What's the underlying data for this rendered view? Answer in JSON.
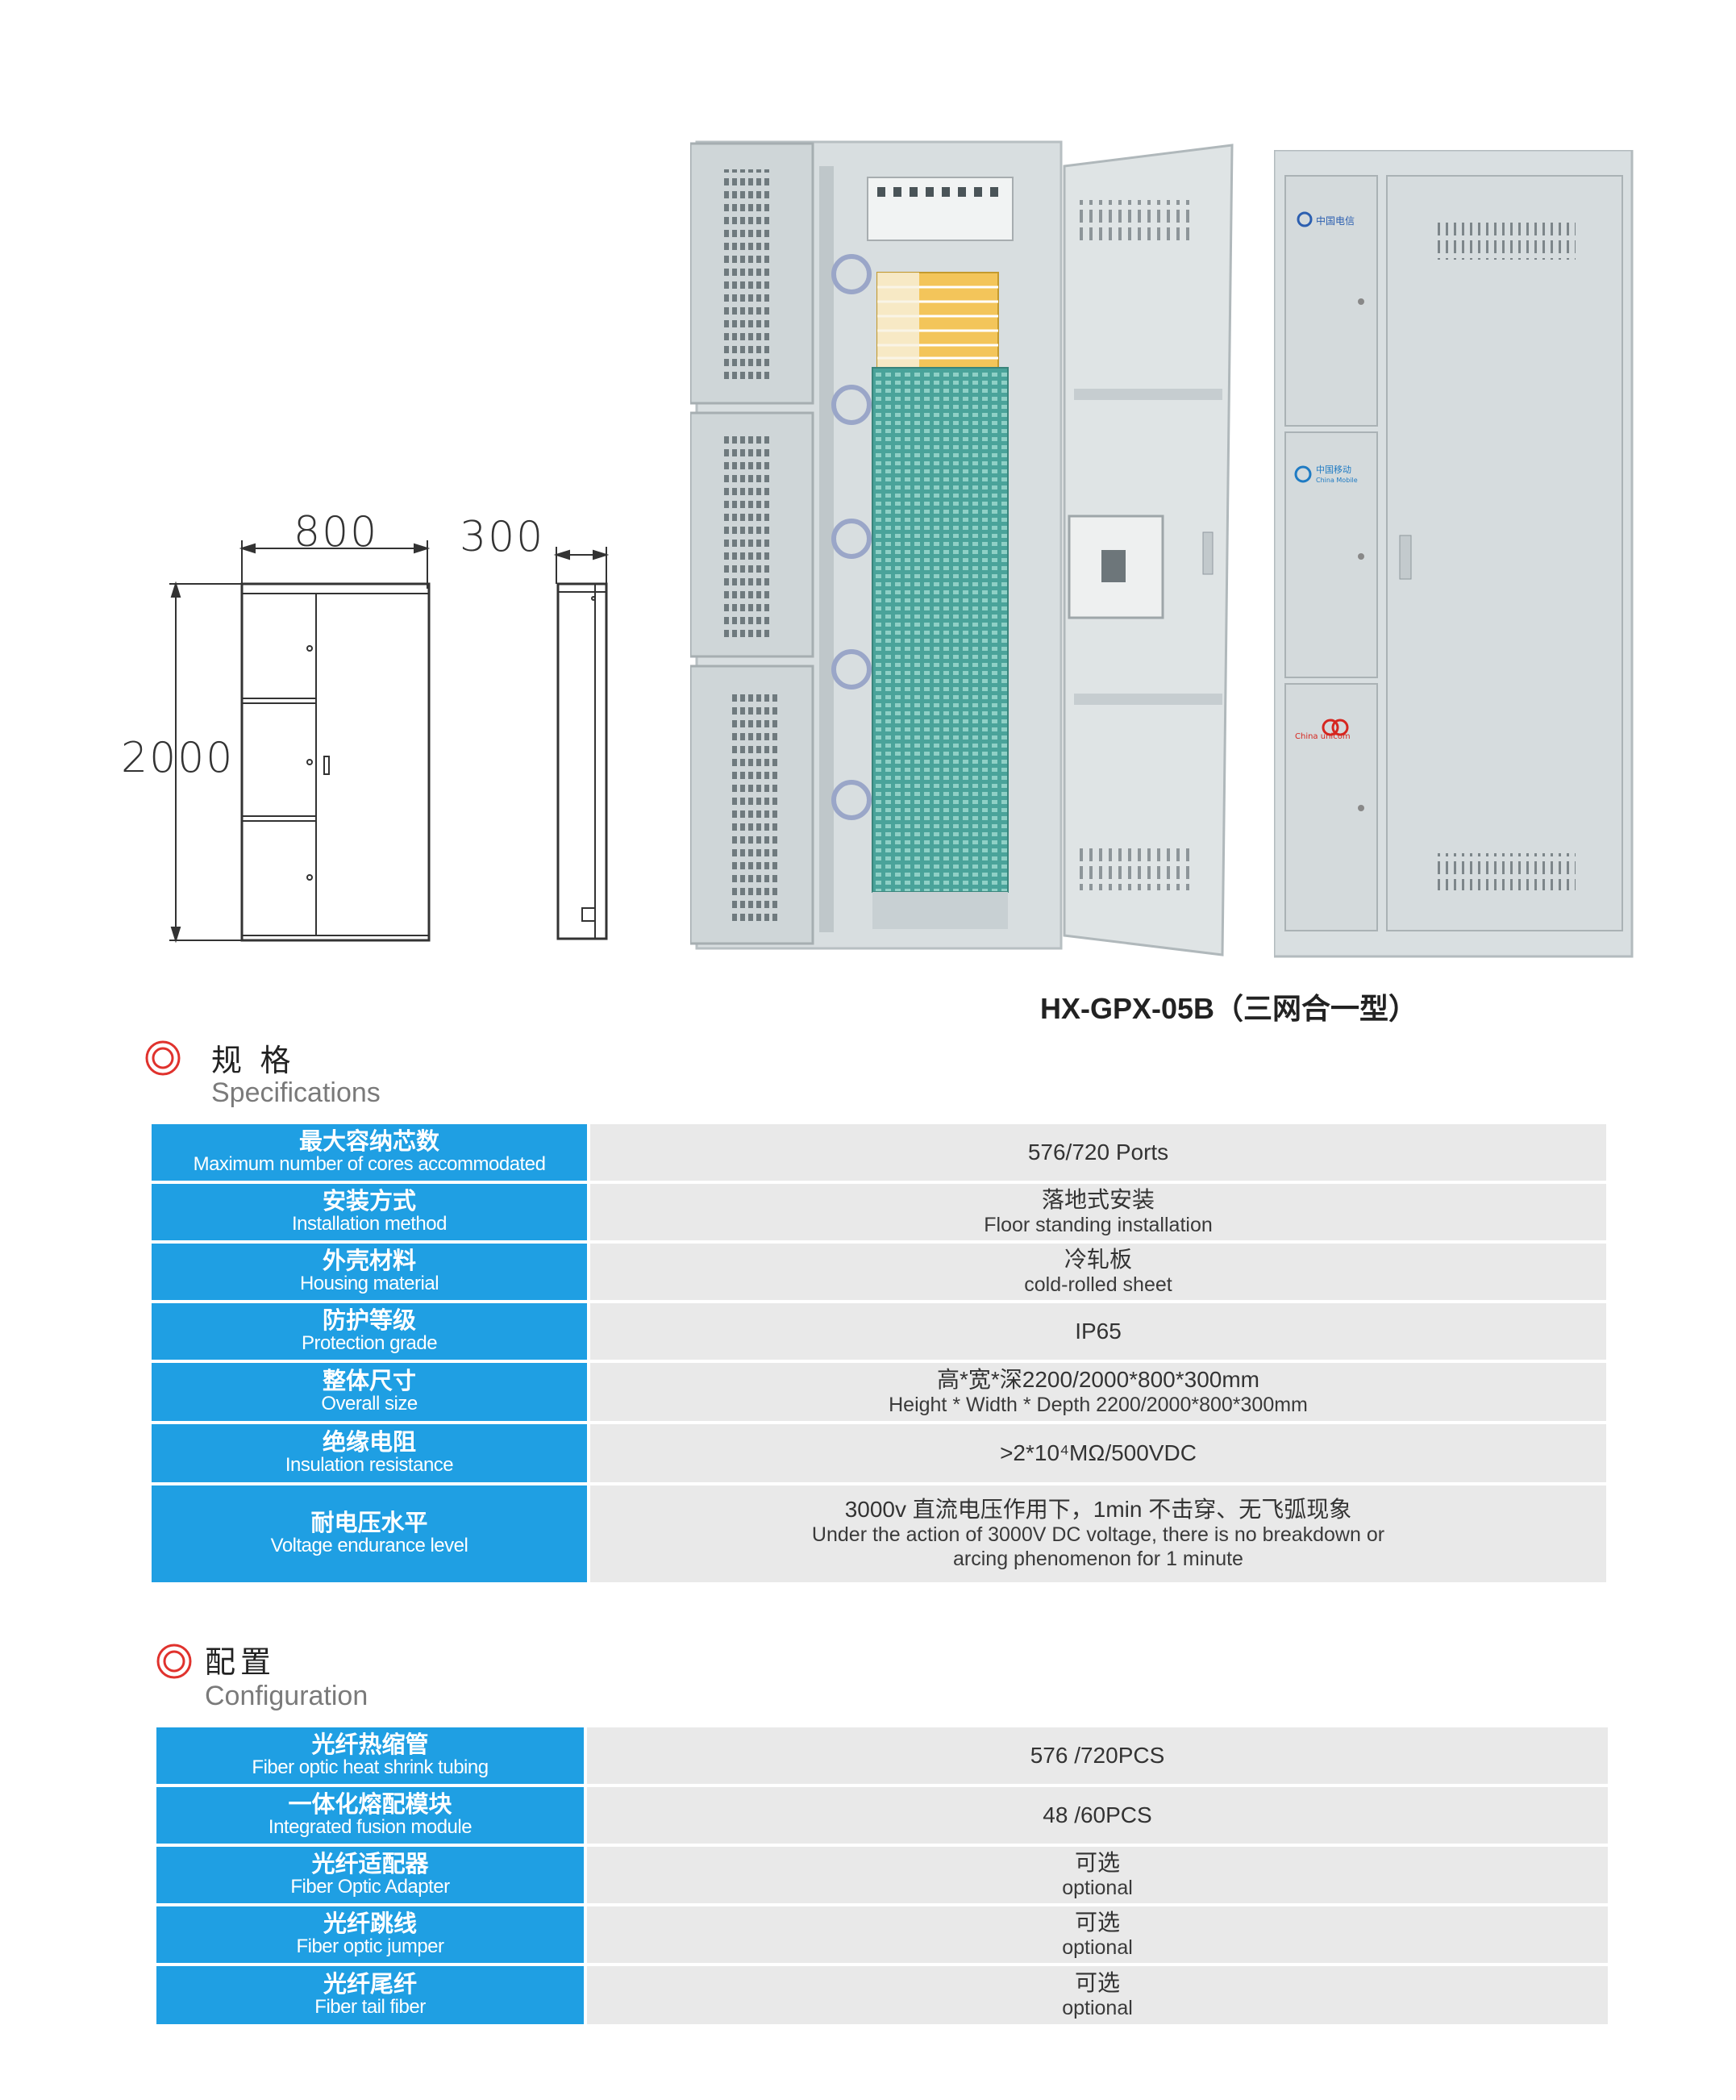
{
  "drawing": {
    "width_label": "800",
    "depth_label": "300",
    "height_label": "2000"
  },
  "product": {
    "caption": "HX-GPX-05B（三网合一型）",
    "logos": {
      "telecom": "中国电信",
      "mobile": "中国移动",
      "mobile_en": "China Mobile",
      "unicom_en": "China unicom"
    }
  },
  "specifications": {
    "heading_cn": "规 格",
    "heading_en": "Specifications",
    "rows": [
      {
        "label_cn": "最大容纳芯数",
        "label_en": "Maximum number of cores accommodated",
        "value_1": "576/720 Ports",
        "value_2": ""
      },
      {
        "label_cn": "安装方式",
        "label_en": "Installation method",
        "value_1": "落地式安装",
        "value_2": "Floor standing installation"
      },
      {
        "label_cn": "外壳材料",
        "label_en": "Housing material",
        "value_1": "冷轧板",
        "value_2": "cold-rolled sheet"
      },
      {
        "label_cn": "防护等级",
        "label_en": "Protection grade",
        "value_1": "IP65",
        "value_2": ""
      },
      {
        "label_cn": "整体尺寸",
        "label_en": "Overall size",
        "value_1": "高*宽*深2200/2000*800*300mm",
        "value_2": "Height * Width * Depth 2200/2000*800*300mm"
      },
      {
        "label_cn": "绝缘电阻",
        "label_en": "Insulation resistance",
        "value_1": ">2*10⁴MΩ/500VDC",
        "value_2": ""
      },
      {
        "label_cn": "耐电压水平",
        "label_en": "Voltage endurance level",
        "value_1": "3000v 直流电压作用下，1min 不击穿、无飞弧现象",
        "value_2": "Under the action of 3000V DC voltage, there is no breakdown or",
        "value_3": "arcing phenomenon for 1 minute"
      }
    ]
  },
  "configuration": {
    "heading_cn": "配置",
    "heading_en": "Configuration",
    "rows": [
      {
        "label_cn": "光纤热缩管",
        "label_en": "Fiber optic heat shrink tubing",
        "value_1": "576 /720PCS",
        "value_2": ""
      },
      {
        "label_cn": "一体化熔配模块",
        "label_en": "Integrated fusion module",
        "value_1": "48 /60PCS",
        "value_2": ""
      },
      {
        "label_cn": "光纤适配器",
        "label_en": "Fiber Optic Adapter",
        "value_1": "可选",
        "value_2": "optional"
      },
      {
        "label_cn": "光纤跳线",
        "label_en": "Fiber optic jumper",
        "value_1": "可选",
        "value_2": "optional"
      },
      {
        "label_cn": "光纤尾纤",
        "label_en": "Fiber tail fiber",
        "value_1": "可选",
        "value_2": "optional"
      }
    ]
  },
  "colors": {
    "label_bg": "#1f9fe3",
    "value_bg": "#e9e9e9",
    "icon_red": "#e0322d"
  }
}
